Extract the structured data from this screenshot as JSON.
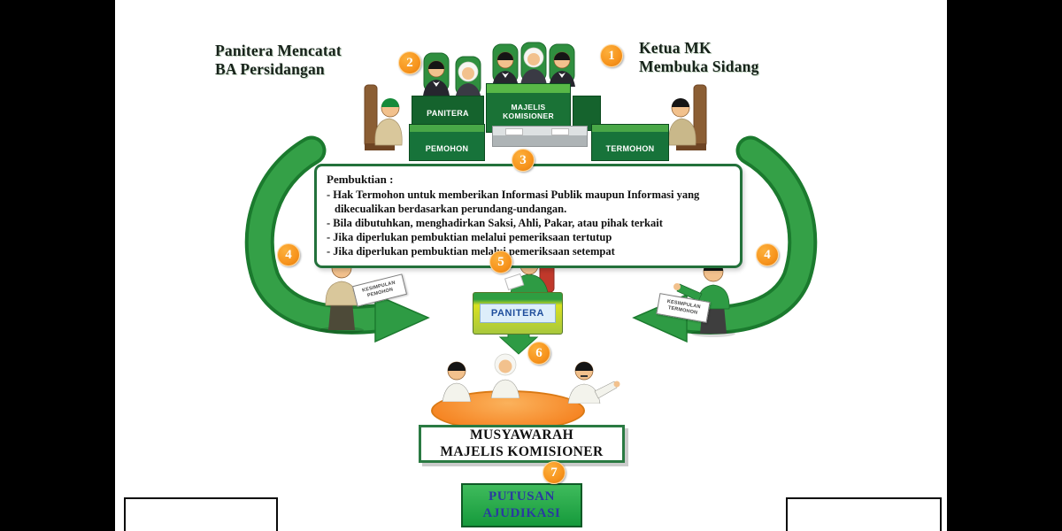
{
  "colors": {
    "badge_orange": "#F7941D",
    "arrow_green": "#2E9B44",
    "bench_green": "#176B33",
    "putusan_green": "#1FA03C",
    "putusan_text_blue": "#2A3BA0",
    "box_border_green": "#23713B"
  },
  "steps": {
    "s1": {
      "num": "1",
      "label_line1": "Ketua MK",
      "label_line2": "Membuka Sidang"
    },
    "s2": {
      "num": "2",
      "label_line1": "Panitera Mencatat",
      "label_line2": "BA Persidangan"
    },
    "s3": {
      "num": "3"
    },
    "s4_left": {
      "num": "4"
    },
    "s4_right": {
      "num": "4"
    },
    "s5": {
      "num": "5"
    },
    "s6": {
      "num": "6"
    },
    "s7": {
      "num": "7"
    }
  },
  "courtroom": {
    "panitera_sign": "PANITERA",
    "majelis_sign_line1": "MAJELIS",
    "majelis_sign_line2": "KOMISIONER",
    "pemohon_sign": "PEMOHON",
    "termohon_sign": "TERMOHON"
  },
  "pembuktian": {
    "title": "Pembuktian :",
    "items": [
      "- Hak Termohon untuk memberikan Informasi Publik maupun Informasi yang dikecualikan berdasarkan perundang-undangan.",
      "- Bila dibutuhkan, menghadirkan Saksi, Ahli, Pakar, atau pihak terkait",
      "- Jika diperlukan pembuktian melalui pemeriksaan tertutup",
      "- Jika diperlukan pembuktian melalui pemeriksaan setempat"
    ]
  },
  "documents": {
    "pemohon_card_line1": "KESIMPULAN",
    "pemohon_card_line2": "PEMOHON",
    "termohon_card_line1": "KESIMPULAN",
    "termohon_card_line2": "TERMOHON"
  },
  "clerk_desk": {
    "sign": "PANITERA"
  },
  "musyawarah": {
    "line1": "MUSYAWARAH",
    "line2": "MAJELIS KOMISIONER"
  },
  "putusan": {
    "line1": "PUTUSAN",
    "line2": "AJUDIKASI"
  }
}
